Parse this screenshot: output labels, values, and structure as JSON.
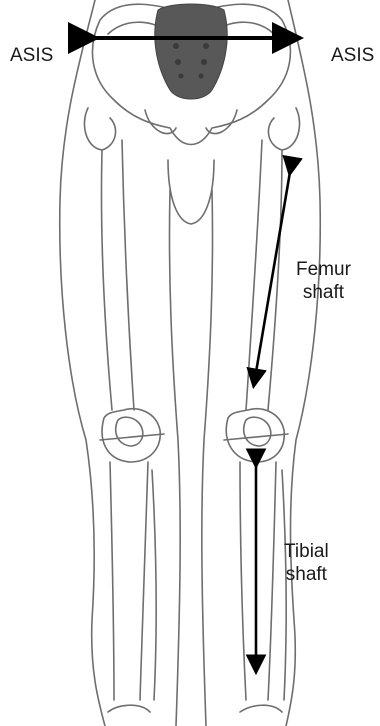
{
  "labels": {
    "asis_left": "ASIS",
    "asis_right": "ASIS",
    "femur_line1": "Femur",
    "femur_line2": "shaft",
    "tibial_line1": "Tibial",
    "tibial_line2": "shaft"
  },
  "colors": {
    "bone_outline": "#6e6e6e",
    "sacrum_fill": "#585858",
    "arrow": "#000000",
    "background": "#ffffff"
  }
}
